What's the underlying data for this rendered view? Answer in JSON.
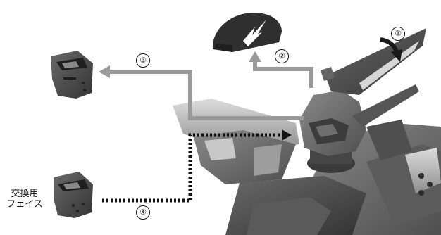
{
  "steps": {
    "step1": "①",
    "step2": "②",
    "step3": "③",
    "step4": "④"
  },
  "spare_face_label": {
    "line1": "交換用",
    "line2": "フェイス"
  },
  "colors": {
    "arrow_gray": "#9a9a9a",
    "dotted_arrow": "#111111",
    "dark_armor": "#4a4a4a",
    "light_armor": "#b9b9b9"
  }
}
